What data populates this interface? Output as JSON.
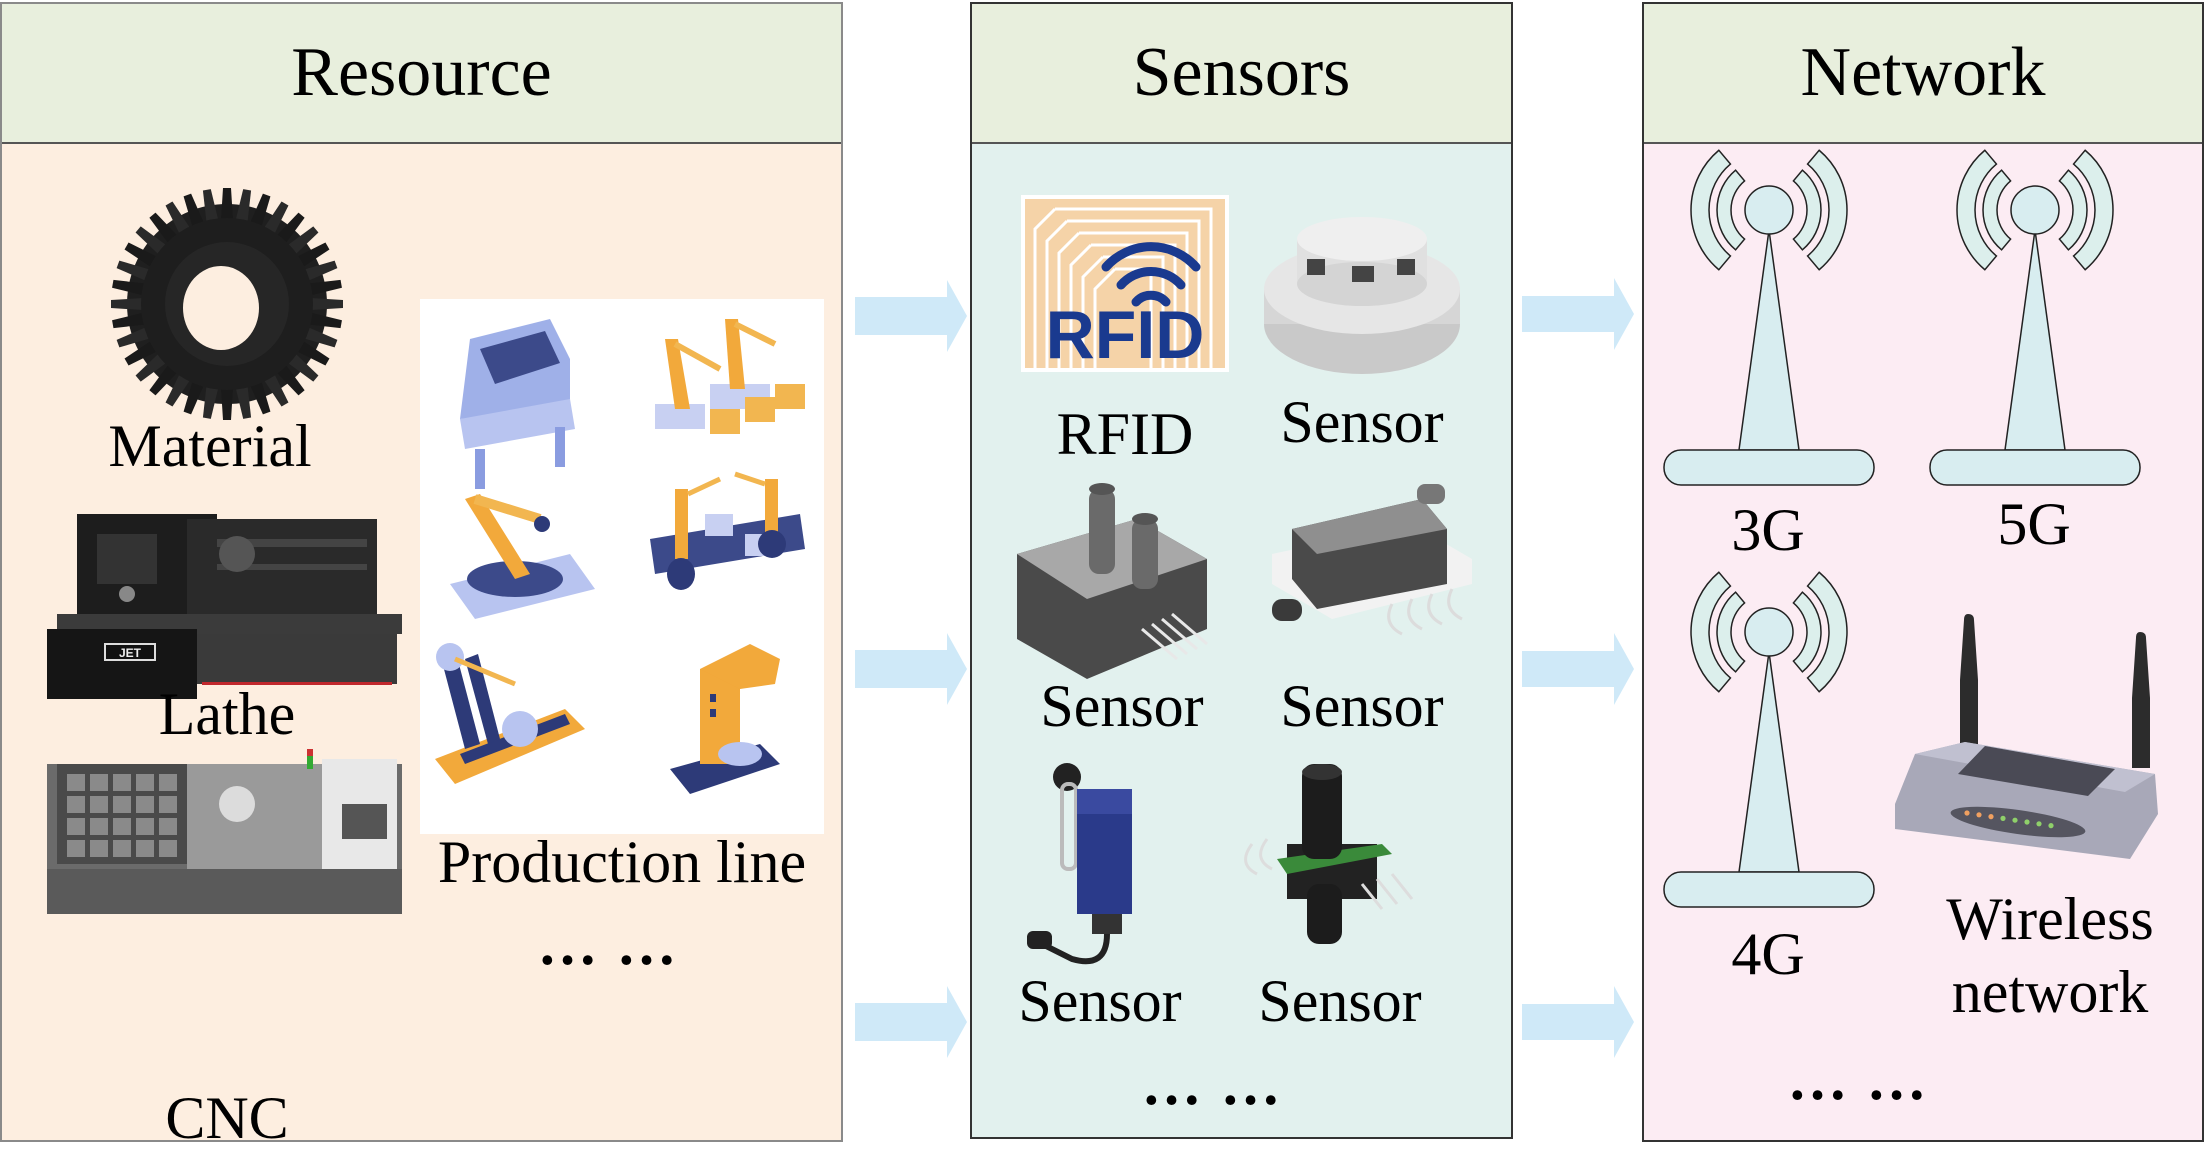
{
  "panels": {
    "resource": {
      "title": "Resource",
      "items": [
        {
          "label": "Material",
          "icon": "gear-icon"
        },
        {
          "label": "Lathe",
          "icon": "lathe-icon"
        },
        {
          "label": "CNC",
          "icon": "cnc-machine-icon"
        },
        {
          "label": "Production line",
          "icon": "production-line-illustration"
        }
      ],
      "ellipsis": "… …"
    },
    "sensors": {
      "title": "Sensors",
      "items": [
        {
          "label": "RFID",
          "icon": "rfid-tag-icon",
          "logo_text": "RFID"
        },
        {
          "label": "Sensor",
          "icon": "smoke-detector-icon"
        },
        {
          "label": "Sensor",
          "icon": "pressure-sensor-icon"
        },
        {
          "label": "Sensor",
          "icon": "pressure-sensor-module-icon"
        },
        {
          "label": "Sensor",
          "icon": "limit-switch-icon"
        },
        {
          "label": "Sensor",
          "icon": "barometric-sensor-icon"
        }
      ],
      "ellipsis": "… …"
    },
    "network": {
      "title": "Network",
      "items": [
        {
          "label": "3G",
          "icon": "cell-tower-icon"
        },
        {
          "label": "5G",
          "icon": "cell-tower-icon"
        },
        {
          "label": "4G",
          "icon": "cell-tower-icon"
        },
        {
          "label": "Wireless network",
          "label_line1": "Wireless",
          "label_line2": "network",
          "icon": "wifi-router-icon"
        }
      ],
      "ellipsis": "… …"
    }
  },
  "colors": {
    "header_bg": "#e8efdd",
    "resource_bg": "#fdeee0",
    "sensors_bg": "#e2f1ee",
    "network_bg": "#fcecf3",
    "arrow": "#cfe9f8",
    "tower_fill": "#d8edf0",
    "rfid_blue": "#1a3a8f",
    "rfid_tag": "#f5d3a8"
  },
  "flow": {
    "arrows": [
      {
        "from": "Resource",
        "to": "Sensors"
      },
      {
        "from": "Resource",
        "to": "Sensors"
      },
      {
        "from": "Resource",
        "to": "Sensors"
      },
      {
        "from": "Sensors",
        "to": "Network"
      },
      {
        "from": "Sensors",
        "to": "Network"
      },
      {
        "from": "Sensors",
        "to": "Network"
      }
    ]
  }
}
